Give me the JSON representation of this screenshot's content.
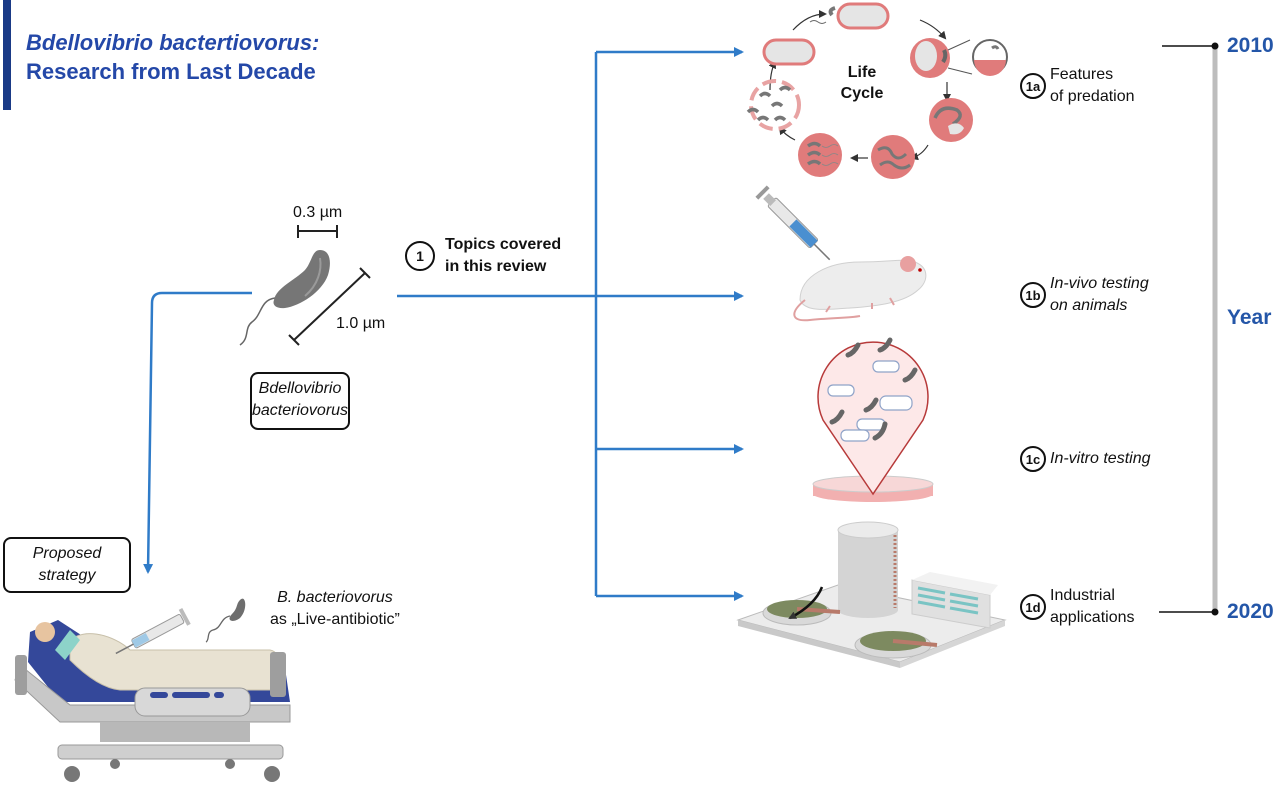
{
  "title": {
    "line1": "Bdellovibrio bactertiovorus:",
    "line2": "Research from Last Decade"
  },
  "colors": {
    "title_blue": "#2448a8",
    "title_bar": "#1a3a86",
    "arrow_blue": "#2f7bc8",
    "timeline_gray": "#bdbdbd",
    "cell_pink": "#e07b7b",
    "bacterium_gray": "#707070"
  },
  "scale": {
    "width_label": "0.3 µm",
    "length_label": "1.0 µm"
  },
  "organism_box": {
    "line1": "Bdellovibrio",
    "line2": "bacteriovorus"
  },
  "topics_header": {
    "number": "1",
    "line1": "Topics covered",
    "line2": "in this review"
  },
  "life_cycle": {
    "line1": "Life",
    "line2": "Cycle"
  },
  "topics": [
    {
      "id": "1a",
      "line1": "Features",
      "line2": "of predation",
      "italic": false
    },
    {
      "id": "1b",
      "line1": "In-vivo testing",
      "line2": "on animals",
      "italic": true
    },
    {
      "id": "1c",
      "line1": "In-vitro testing",
      "line2": "",
      "italic": true
    },
    {
      "id": "1d",
      "line1": "Industrial",
      "line2": "applications",
      "italic": false
    }
  ],
  "timeline": {
    "start": "2010",
    "end": "2020",
    "axis_label": "Year"
  },
  "strategy_box": {
    "line1": "Proposed",
    "line2": "strategy"
  },
  "live_antibiotic": {
    "line1": "B. bacteriovorus",
    "line2": "as „Live-antibiotic”"
  }
}
